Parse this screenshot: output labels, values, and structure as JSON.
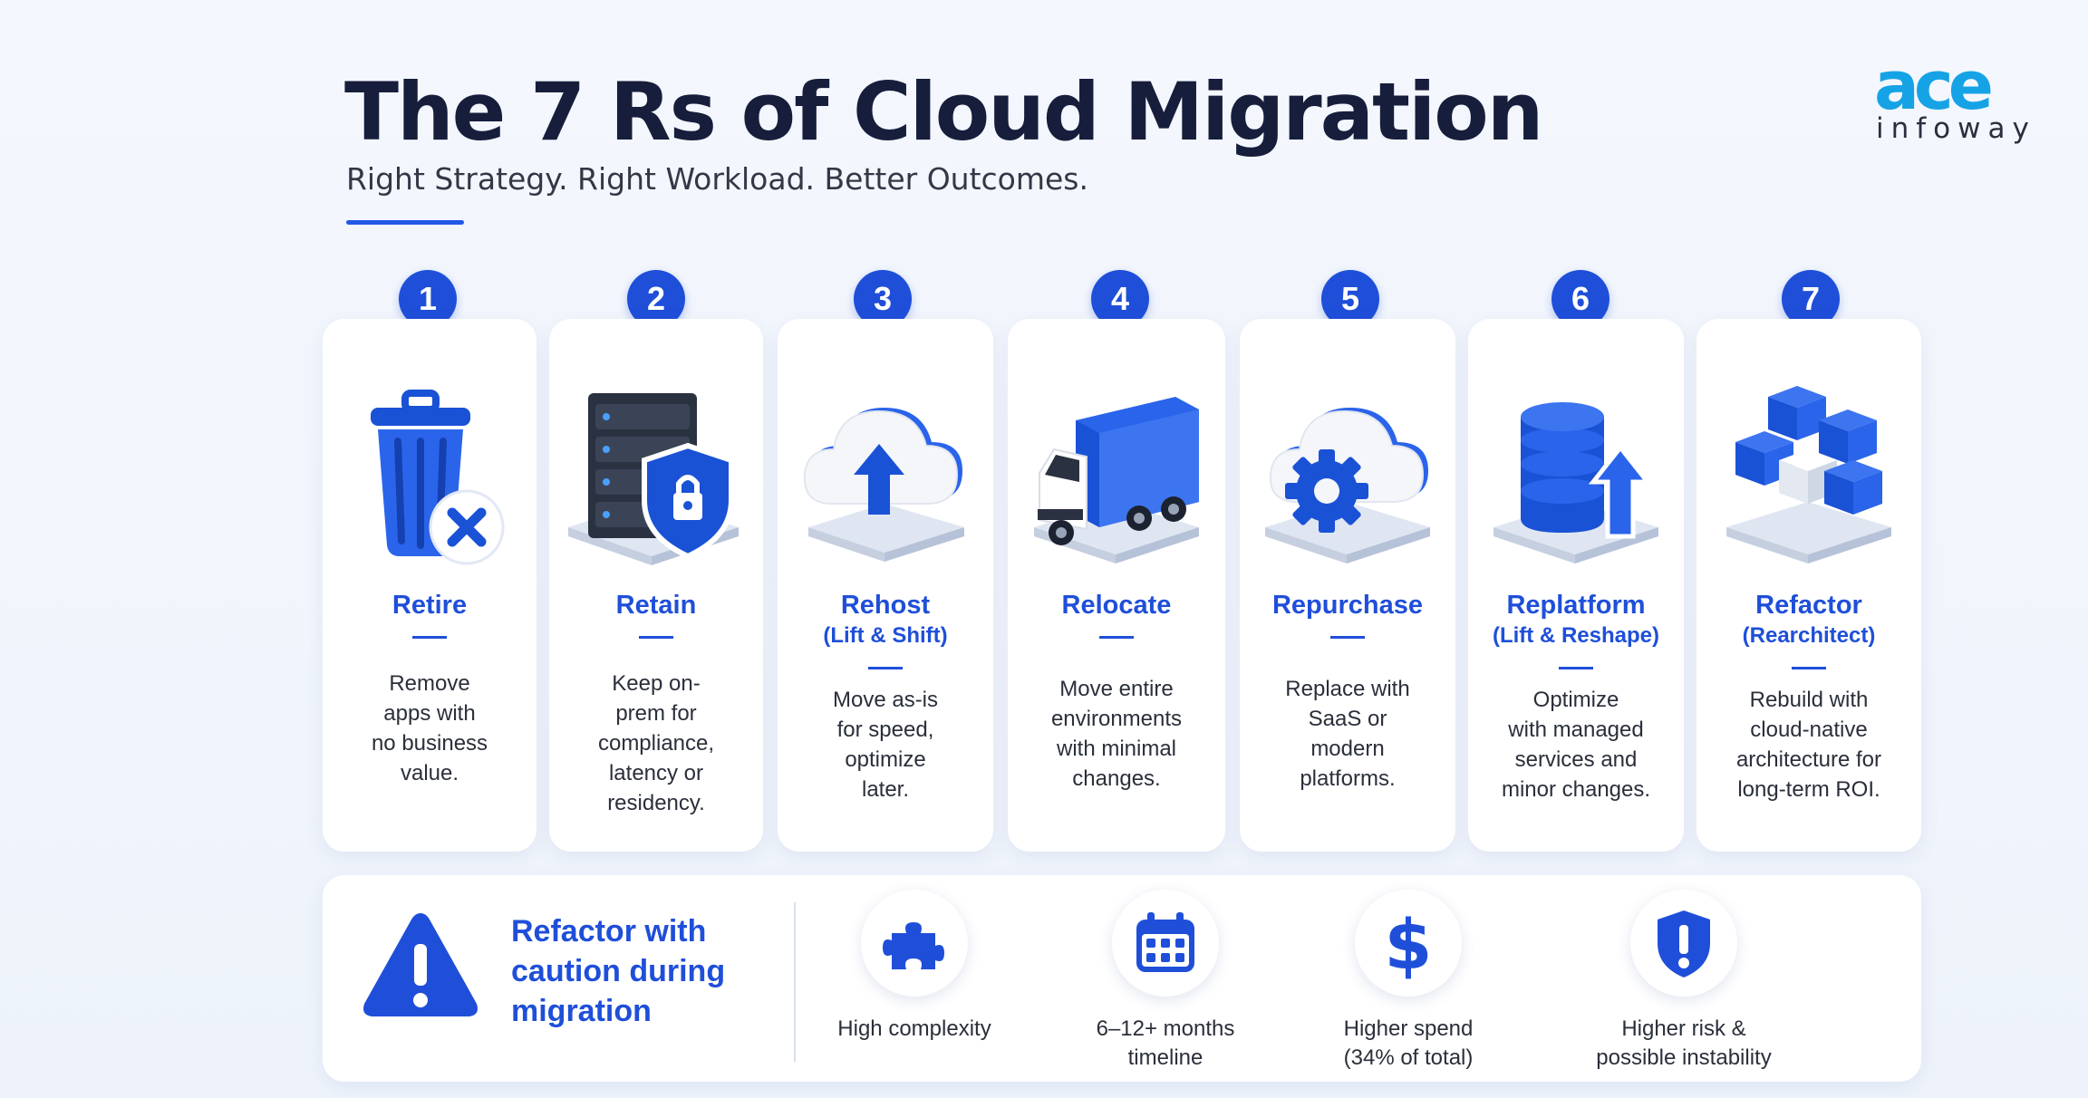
{
  "header": {
    "title": "The 7 Rs of Cloud Migration",
    "subtitle": "Right Strategy. Right Workload. Better Outcomes."
  },
  "logo": {
    "brand": "ace",
    "sub": "infoway"
  },
  "colors": {
    "accent": "#1f4fd9",
    "title": "#161e3c",
    "logo": "#16a3e6",
    "background": "#f1f5fc"
  },
  "strategies": [
    {
      "number": "1",
      "name": "Retire",
      "subname": "",
      "desc": [
        "Remove",
        "apps with",
        "no business",
        "value."
      ],
      "icon": "trash-x-icon"
    },
    {
      "number": "2",
      "name": "Retain",
      "subname": "",
      "desc": [
        "Keep on-",
        "prem for",
        "compliance,",
        "latency or",
        "residency."
      ],
      "icon": "server-shield-icon"
    },
    {
      "number": "3",
      "name": "Rehost",
      "subname": "(Lift & Shift)",
      "desc": [
        "Move as-is",
        "for speed,",
        "optimize",
        "later."
      ],
      "icon": "cloud-upload-icon"
    },
    {
      "number": "4",
      "name": "Relocate",
      "subname": "",
      "desc": [
        "Move entire",
        "environments",
        "with minimal",
        "changes."
      ],
      "icon": "truck-icon"
    },
    {
      "number": "5",
      "name": "Repurchase",
      "subname": "",
      "desc": [
        "Replace with",
        "SaaS or",
        "modern",
        "platforms."
      ],
      "icon": "cloud-gear-icon"
    },
    {
      "number": "6",
      "name": "Replatform",
      "subname": "(Lift & Reshape)",
      "desc": [
        "Optimize",
        "with managed",
        "services and",
        "minor changes."
      ],
      "icon": "database-arrow-icon"
    },
    {
      "number": "7",
      "name": "Refactor",
      "subname": "(Rearchitect)",
      "desc": [
        "Rebuild with",
        "cloud-native",
        "architecture for",
        "long-term ROI."
      ],
      "icon": "cubes-icon"
    }
  ],
  "caution": {
    "text": [
      "Refactor with",
      "caution during",
      "migration"
    ],
    "stats": [
      {
        "icon": "puzzle-icon",
        "label": [
          "High complexity"
        ]
      },
      {
        "icon": "calendar-icon",
        "label": [
          "6–12+ months",
          "timeline"
        ]
      },
      {
        "icon": "dollar-icon",
        "label": [
          "Higher spend",
          "(34% of total)"
        ]
      },
      {
        "icon": "shield-alert-icon",
        "label": [
          "Higher risk &",
          "possible instability"
        ]
      }
    ]
  }
}
